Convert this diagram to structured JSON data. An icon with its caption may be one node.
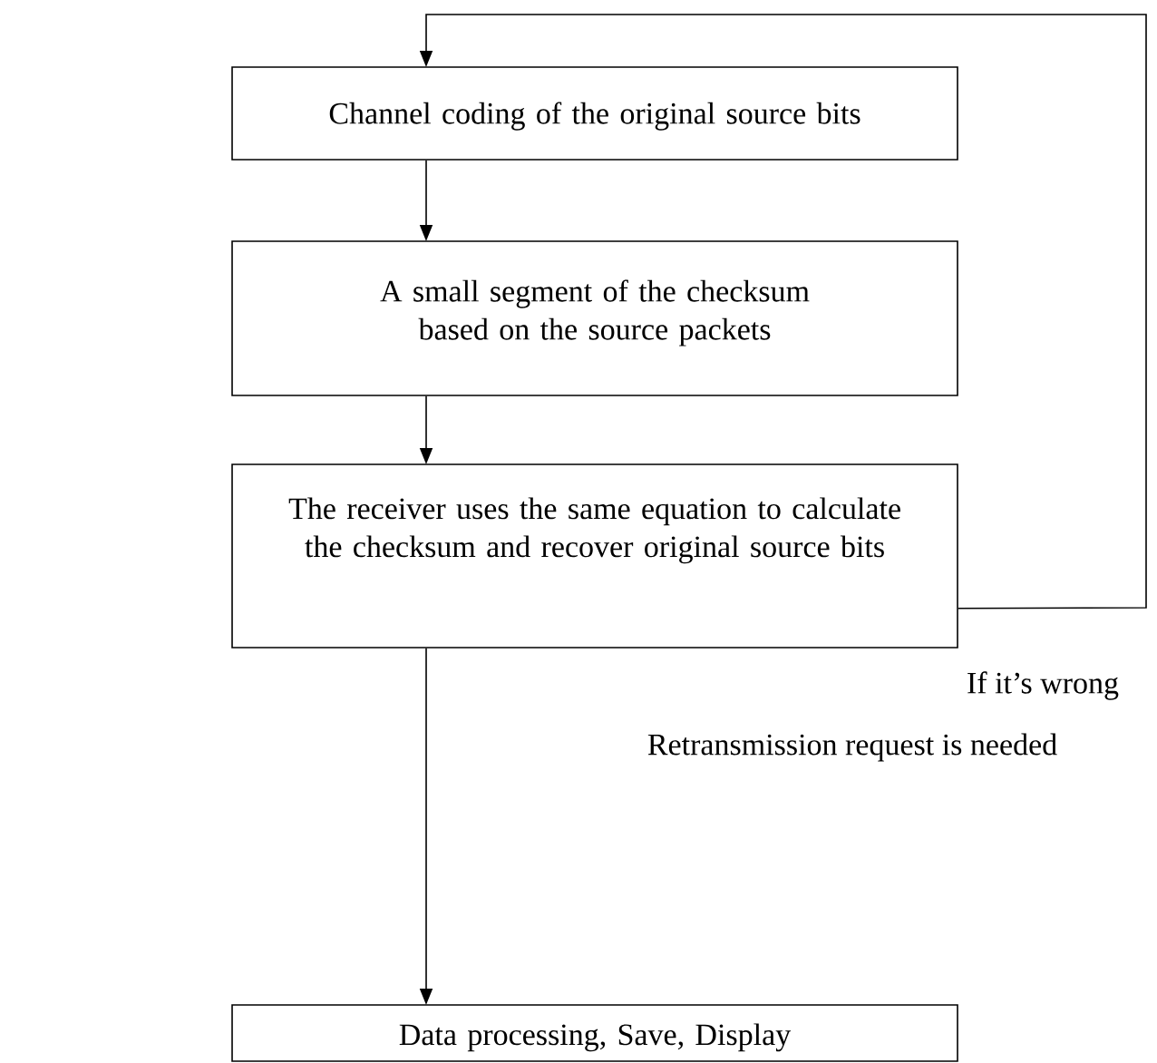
{
  "diagram": {
    "nodes": [
      {
        "text": [
          "Channel coding of the original source bits"
        ]
      },
      {
        "text": [
          "A small segment of the checksum based on the source packets"
        ]
      },
      {
        "text": [
          "The receiver uses the same equation to calculate the checksum and recover original source bits"
        ]
      },
      {
        "text": [
          "Data processing, Save, Display"
        ]
      }
    ],
    "edges": [
      {
        "from": 0,
        "to": 1,
        "arrow": "to"
      },
      {
        "from": 1,
        "to": 2,
        "arrow": "to"
      },
      {
        "from": 2,
        "to": 3,
        "arrow": "to"
      },
      {
        "from": 2,
        "to": 0,
        "arrow": "to"
      }
    ],
    "labels": [
      "If it’s wrong",
      "Retransmission request is needed"
    ]
  }
}
